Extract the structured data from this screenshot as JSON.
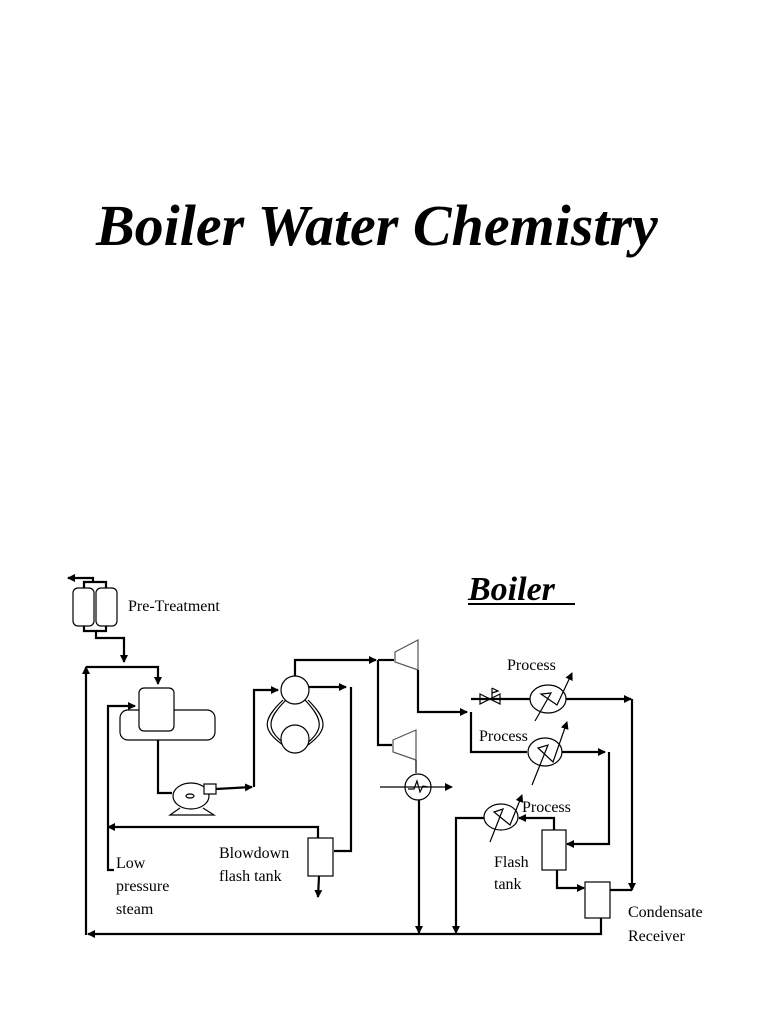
{
  "page": {
    "title": "Boiler Water Chemistry"
  },
  "diagram": {
    "heading": "Boiler",
    "labels": {
      "pre_treatment": "Pre-Treatment",
      "process_1": "Process",
      "process_2": "Process",
      "process_3": "Process",
      "low_pressure_steam_line1": "Low",
      "low_pressure_steam_line2": "pressure",
      "low_pressure_steam_line3": "steam",
      "blowdown_line1": "Blowdown",
      "blowdown_line2": "flash tank",
      "flash_tank_line1": "Flash",
      "flash_tank_line2": "tank",
      "condensate_line1": "Condensate",
      "condensate_line2": "Receiver"
    }
  }
}
